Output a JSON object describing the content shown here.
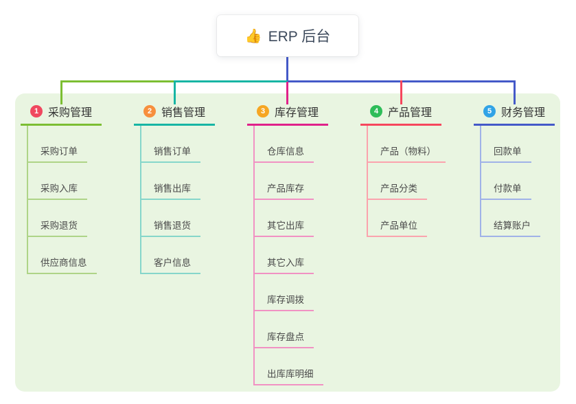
{
  "root": {
    "icon": "👍",
    "title": "ERP 后台"
  },
  "branches": [
    {
      "num": "1",
      "label": "采购管理",
      "badge_color": "#f0485f",
      "line_color": "#7cbe32",
      "light_line_color": "#aed487",
      "items": [
        "采购订单",
        "采购入库",
        "采购退货",
        "供应商信息"
      ]
    },
    {
      "num": "2",
      "label": "销售管理",
      "badge_color": "#f78f3d",
      "line_color": "#17b5a4",
      "light_line_color": "#86d6ca",
      "items": [
        "销售订单",
        "销售出库",
        "销售退货",
        "客户信息"
      ]
    },
    {
      "num": "3",
      "label": "库存管理",
      "badge_color": "#f6a623",
      "line_color": "#e0218a",
      "light_line_color": "#f191c3",
      "items": [
        "仓库信息",
        "产品库存",
        "其它出库",
        "其它入库",
        "库存调拨",
        "库存盘点",
        "出库库明细"
      ]
    },
    {
      "num": "4",
      "label": "产品管理",
      "badge_color": "#2ebd59",
      "line_color": "#f6465d",
      "light_line_color": "#fba3ad",
      "items": [
        "产品（物料）",
        "产品分类",
        "产品单位"
      ]
    },
    {
      "num": "5",
      "label": "财务管理",
      "badge_color": "#31a3e6",
      "line_color": "#4459c8",
      "light_line_color": "#a0b2e8",
      "items": [
        "回款单",
        "付款单",
        "结算账户"
      ]
    }
  ],
  "colors": {
    "panel_background": "#e9f5e1",
    "root_line": "#4459c8",
    "canvas_background": "#ffffff"
  }
}
